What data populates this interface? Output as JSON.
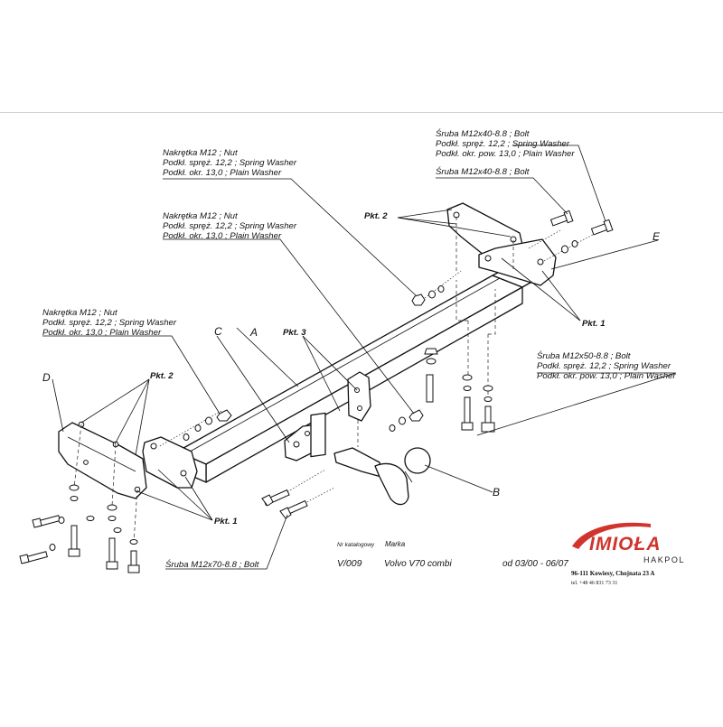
{
  "labels": {
    "top_right_1": "Śruba M12x40-8.8 ;  Bolt",
    "top_right_2": "Podkł. spręż. 12,2 ; Spring Washer",
    "top_right_3": "Podkł. okr. pow. 13,0 ; Plain Washer",
    "top_right_bolt": "Śruba M12x40-8.8 ;  Bolt",
    "nut_group_1_a": "Nakrętka  M12 ; Nut",
    "nut_group_1_b": "Podkł. spręż. 12,2 ; Spring Washer",
    "nut_group_1_c": "Podkł. okr. 13,0 ;  Plain Washer",
    "nut_group_2_a": "Nakrętka  M12 ; Nut",
    "nut_group_2_b": "Podkł. spręż. 12,2 ; Spring Washer",
    "nut_group_2_c": "Podkł. okr. 13,0 ;  Plain Washer",
    "nut_group_3_a": "Nakrętka  M12 ; Nut",
    "nut_group_3_b": "Podkł. spręż. 12,2 ; Spring Washer",
    "nut_group_3_c": "Podkł. okr. 13,0 ;  Plain Washer",
    "bolt_m12x50_a": "Śruba M12x50-8.8 ;  Bolt",
    "bolt_m12x50_b": "Podkł. spręż. 12,2 ; Spring Washer",
    "bolt_m12x50_c": "Podkł. okr. pow. 13,0 ; Plain Washer",
    "bolt_m12x70": "Śruba M12x70-8.8 ;  Bolt",
    "pkt1": "Pkt. 1",
    "pkt2": "Pkt. 2",
    "pkt3": "Pkt. 3",
    "letter_a": "A",
    "letter_b": "B",
    "letter_c": "C",
    "letter_d": "D",
    "letter_e": "E"
  },
  "footer": {
    "catalog_header": "Nr katalogowy",
    "brand_header": "Marka",
    "catalog_number": "V/009",
    "vehicle": "Volvo V70 combi",
    "production": "od 03/00 - 06/07"
  },
  "logo": {
    "name": "IMIOŁA",
    "sub": "HAKPOL",
    "address": "96-111 Kowiesy, Chojnata 23 A",
    "phone": "tel. +48 46 831 73 31"
  },
  "colors": {
    "logo_red": "#d0342c",
    "ink": "#111111"
  }
}
